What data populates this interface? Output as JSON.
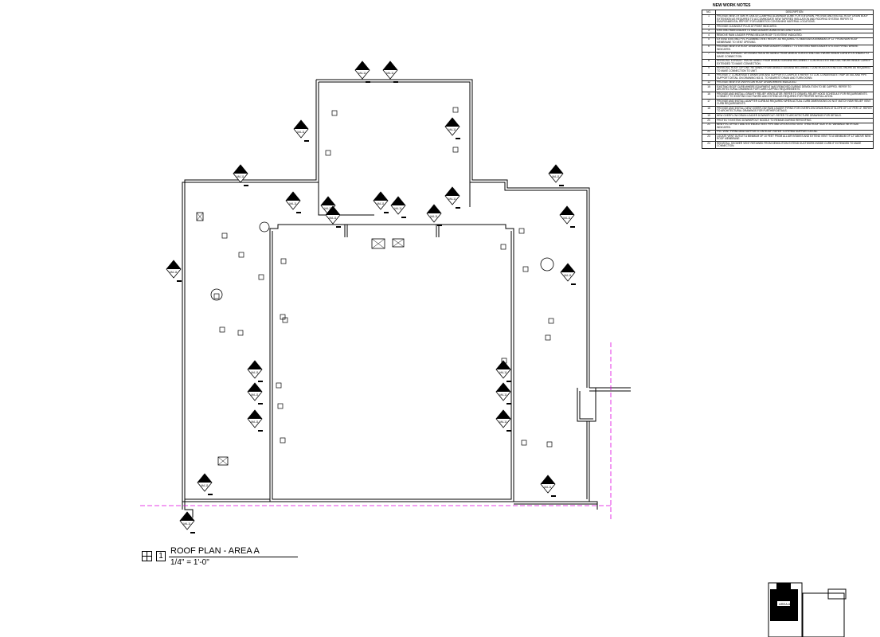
{
  "notes": {
    "title": "NEW WORK NOTES",
    "columns": [
      "NO.",
      "DESCRIPTION"
    ],
    "rows": [
      {
        "no": "1",
        "text": "PROVIDE NEW J.R SMITH 1005-40 CLAMPING ALUMINUM DOME FOR 4\"Ø DRAIN. PROVIDE AND INSTALL ROOF DRAIN BODY EXTENSION AS REQUIRED TO ACCOMMODATE NEW TAPERED INSULATION AND ROOFING SYSTEM. REFER TO ENVIRONMENTAL REPORT FOR ASBESTOS CONTAINING MATERIAL LOCATIONS."
      },
      {
        "no": "2",
        "text": "PROVIDE CLEANOUT PLUG AT POINT INDICATED."
      },
      {
        "no": "3",
        "text": "EXISTING RAIN LEADER TO RAIN LEADER DOWN IN SECOND FLOOR."
      },
      {
        "no": "4",
        "text": "REMOVE RAIN LEADER PIPING BELOW ROOF TO EXTENT INDICATED."
      },
      {
        "no": "5",
        "text": "EXTEND EXISTING PVC PLUMBING VENT HEIGHT AS REQUIRED TO MAINTAIN A MINIMUM OF 12\" FROM NEW ROOF MEMBRANE TO VENT OPENING."
      },
      {
        "no": "6",
        "text": "PROVIDE NEW 4\"Ø ROOF DRAIN AND RAIN LEADER CONNECT TO EXISTING RAIN LEADER SYSTEM PIPING WHERE INDICATED."
      },
      {
        "no": "7",
        "text": "REINSTALL EXHAUST OR INTAKE HOOD RETAINED FROM DEMOLITION EXTEND DUCTWORK INSIDE CURB IF EXTENDED TO MAKE CONNECTION."
      },
      {
        "no": "8",
        "text": "REINSTALL EXHAUST FAN RETAINED FROM DEMOLITION AND RECONNECT CONTROLS EXTEND DUCTWORK INSIDE CURB IF EXTENDED TO MAKE CONNECTION."
      },
      {
        "no": "9",
        "text": "REINSTALL ROOFTOP UNIT RETAINED FROM DEMOLITION AND RECONNECT CONTROLS EXTEND DUCTWORK AS REQUIRED TO MAKE CONNECTION TO UNIT."
      },
      {
        "no": "11",
        "text": "PROVIDE 1\" CONDENSATE DRAIN LINE AND SUPPORTS COMPLETE REFER TO COIL CONDENSATE TRAP DETAIL AND PIPE SUPPORT DETAIL ON DRAWING M3.01. TO NEAREST DRAIN AND TURN DOWN."
      },
      {
        "no": "12",
        "text": "PROVIDE NEW 4\"Ø OVERFLOW ROOF DRAIN WHERE INDICATED."
      },
      {
        "no": "15",
        "text": "EXISTING ROOF CURB WHERE EQUIPMENT WAS REMOVED DURING DEMOLITION TO BE CAPPED. REFER TO ARCHITECTURAL DRAWINGS FOR CURB CAPPING REQUIREMENTS."
      },
      {
        "no": "16",
        "text": "PROVIDE AND INSTALL GRAVITY RELIEF VENTILATOR. REFER TO GRAVEL RELIEF HOOD SCHEDULE FOR REQUIREMENTS. CONNECT TO EXISTING DUCTWORK AND EXTEND AS REQUIRED FOR PROPER INSTALLATION."
      },
      {
        "no": "17",
        "text": "PROVIDE AND INSTALL ADAPTER CURB AS REQUIRED WHEN ACTUAL CURB DIMENSIONS DO NOT MATCH NEW RELIEF VENT CURB REQUIREMENTS."
      },
      {
        "no": "18",
        "text": "PROVIDE AND INSTALL NEW OVERFLOW RAIN LEADER PIPING FOR OVERFLOW DRAIN RUN AT SLOPE OF 1/4\" PER 12'. REFER TO ARCHITECTURAL DRAWINGS FOR FURTHER DETAILS."
      },
      {
        "no": "19",
        "text": "NEW OVERFLOW DRAIN LEADER DOWNSPOUT. REFER TO ARCHITECTURE DRAWINGS FOR DETAILS."
      },
      {
        "no": "20",
        "text": "PROTECT EXISTING DOWNSPOUT NOZZLE TO REMAIN DURING REROOFING."
      },
      {
        "no": "21",
        "text": "NEW PVC OFFSET AND EXTENDED VENT PIPE MATCH EXISTING VENT THRU ROOF SIZE IF AT VARIANCE WITH SIZE INDICATED."
      },
      {
        "no": "22",
        "text": "PVC VENT PIPING AND SUPPORTS ON ROOF. REFER TO PIPING SUPPORT DETAIL."
      },
      {
        "no": "23",
        "text": "LOCATE VENT OUTLET A MINIMUM OF 10 FEET FROM ALL AIR INTAKES AND EXTEND VENT TO A MINIMUM OF 12\" ABOVE NEW ROOF MEMBRANE."
      },
      {
        "no": "24",
        "text": "REINSTALL SHOWER VENT RETAINED FROM DEMOLITION EXTEND DUCTWORK INSIDE CURB IF EXTENDED TO MAKE CONNECTION."
      }
    ]
  },
  "title_block": {
    "number": "1",
    "title": "ROOF PLAN - AREA A",
    "scale": "1/4\" = 1'-0\""
  },
  "tag_labels": [
    "MA-11",
    "MA-11",
    "MA-11",
    "MA-11",
    "MA-11",
    "MA-11",
    "MA-11",
    "MA-11",
    "MA-11",
    "MA-11",
    "MA-11",
    "MA-11",
    "MA-11",
    "MA-11",
    "MA-11",
    "MA-11",
    "MA-11",
    "MA-11",
    "MA-11",
    "MA-11",
    "MA-11",
    "MA-11",
    "MA-11",
    "MA-11",
    "MA-11"
  ],
  "key_plan": {
    "area_label": "AREA A"
  },
  "colors": {
    "line": "#000000",
    "match_line": "#e000e0"
  }
}
